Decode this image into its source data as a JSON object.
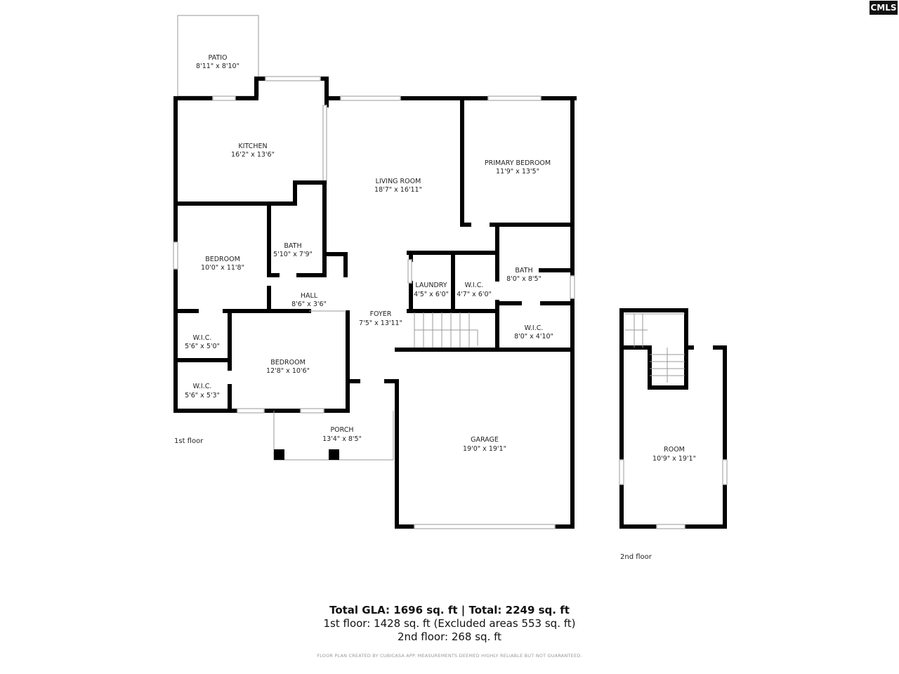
{
  "logo": {
    "text": "CMLS"
  },
  "floors": {
    "first": {
      "label": "1st floor",
      "rooms": [
        {
          "name": "PATIO",
          "dims": "8'11\" x 8'10\""
        },
        {
          "name": "KITCHEN",
          "dims": "16'2\" x 13'6\""
        },
        {
          "name": "LIVING ROOM",
          "dims": "18'7\" x 16'11\""
        },
        {
          "name": "PRIMARY BEDROOM",
          "dims": "11'9\" x 13'5\""
        },
        {
          "name": "BEDROOM",
          "dims": "10'0\" x 11'8\""
        },
        {
          "name": "BATH",
          "dims": "5'10\" x 7'9\""
        },
        {
          "name": "HALL",
          "dims": "8'6\" x 3'6\""
        },
        {
          "name": "LAUNDRY",
          "dims": "4'5\" x 6'0\""
        },
        {
          "name": "W.I.C.",
          "dims": "4'7\" x 6'0\""
        },
        {
          "name": "BATH",
          "dims": "8'0\" x 8'5\""
        },
        {
          "name": "FOYER",
          "dims": "7'5\" x 13'11\""
        },
        {
          "name": "W.I.C.",
          "dims": "8'0\" x 4'10\""
        },
        {
          "name": "W.I.C.",
          "dims": "5'6\" x 5'0\""
        },
        {
          "name": "BEDROOM",
          "dims": "12'8\" x 10'6\""
        },
        {
          "name": "W.I.C.",
          "dims": "5'6\" x 5'3\""
        },
        {
          "name": "PORCH",
          "dims": "13'4\" x 8'5\""
        },
        {
          "name": "GARAGE",
          "dims": "19'0\" x 19'1\""
        }
      ]
    },
    "second": {
      "label": "2nd floor",
      "rooms": [
        {
          "name": "ROOM",
          "dims": "10'9\" x 19'1\""
        }
      ]
    }
  },
  "summary": {
    "total": "Total GLA: 1696 sq. ft | Total: 2249 sq. ft",
    "first": "1st floor: 1428 sq. ft (Excluded areas 553 sq. ft)",
    "second": "2nd floor: 268 sq. ft",
    "disclaimer": "FLOOR PLAN CREATED BY CUBICASA APP. MEASUREMENTS DEEMED HIGHLY RELIABLE BUT NOT GUARANTEED."
  }
}
